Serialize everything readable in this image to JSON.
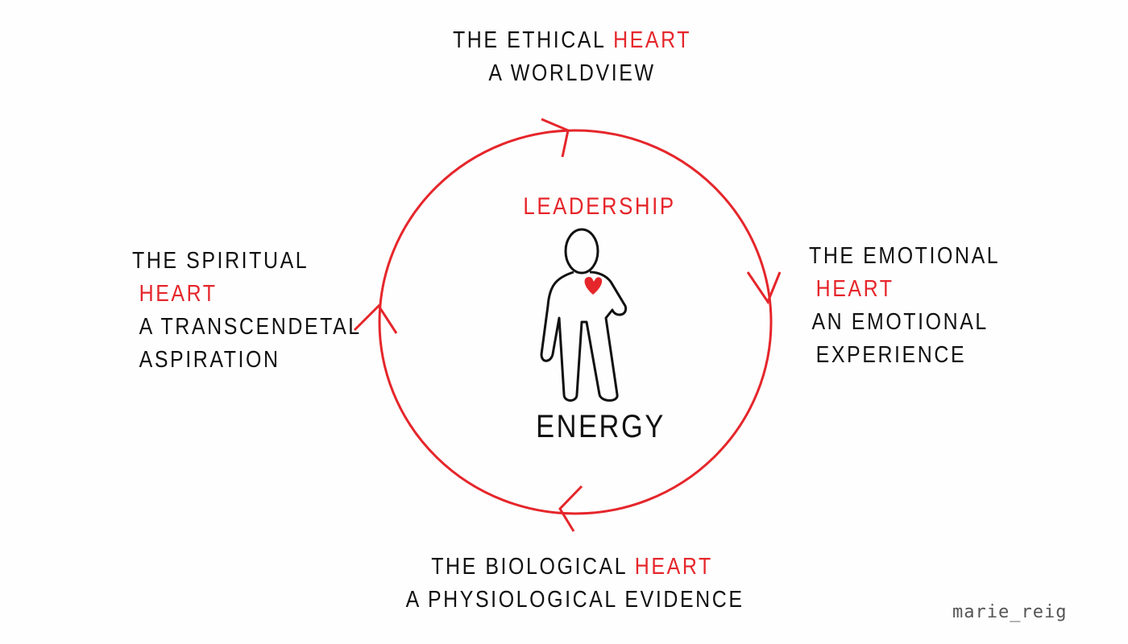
{
  "center": {
    "title": "LEADERSHIP",
    "subtitle": "ENERGY"
  },
  "top": {
    "line1_a": "THE ETHICAL ",
    "line1_b": "HEART",
    "line2": "A WORLDVIEW"
  },
  "right": {
    "line1": "THE EMOTIONAL",
    "line2": "HEART",
    "line3": "AN EMOTIONAL",
    "line4": "EXPERIENCE"
  },
  "bottom": {
    "line1_a": "THE  BIOLOGICAL ",
    "line1_b": "HEART",
    "line2": "A PHYSIOLOGICAL EVIDENCE"
  },
  "left": {
    "line1": "THE SPIRITUAL",
    "line2": "HEART",
    "line3": "A TRANSCENDETAL",
    "line4": "ASPIRATION"
  },
  "signature": "marie_reig",
  "colors": {
    "accent": "#e5262b",
    "ink": "#111111"
  }
}
